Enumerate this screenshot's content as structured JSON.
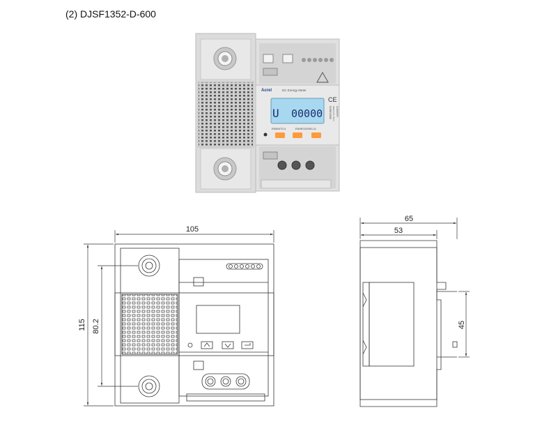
{
  "heading": "(2)  DJSF1352-D-600",
  "photo": {
    "brand": "Acrel",
    "product_label": "DC Energy Meter",
    "lcd_left": "U",
    "lcd_value": "00000",
    "std1": "EN50470-4",
    "std2": "EN/IEC62053-11",
    "side_code": "DJSF1352",
    "side_rating": "600A 0.5s 75mV",
    "side_serial": "01000999"
  },
  "dimensions": {
    "width_total": "105",
    "height_total": "115",
    "terminal_pitch": "80.2",
    "depth_total": "65",
    "depth_front": "53",
    "rail": "45"
  },
  "colors": {
    "lcd": "#a8d8f0",
    "button": "#ff9a3c",
    "housing": "#d8d8d8",
    "line": "#333333"
  }
}
